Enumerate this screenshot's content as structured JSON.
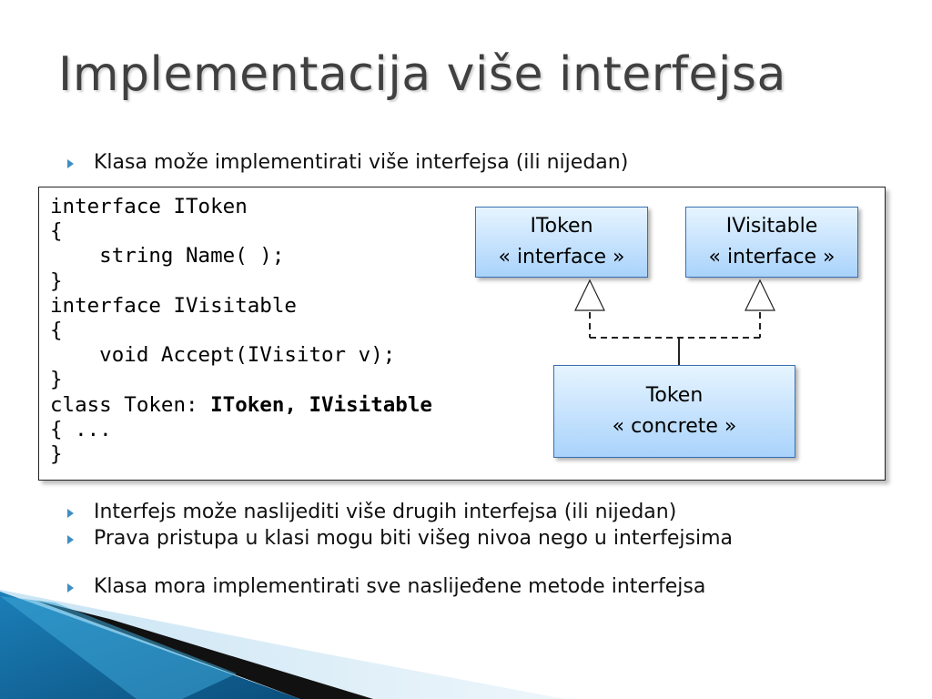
{
  "slide": {
    "title": "Implementacija više interfejsa",
    "bullet_top": "Klasa može implementirati više interfejsa (ili nijedan)",
    "bullets_bottom": [
      "Interfejs može naslijediti više drugih interfejsa (ili nijedan)",
      "Prava pristupa u klasi mogu biti višeg nivoa nego u interfejsima",
      "Klasa mora implementirati sve naslijeđene metode interfejsa"
    ]
  },
  "code": {
    "line1": "interface IToken",
    "line2": "{",
    "line3": "    string Name( );",
    "line4": "}",
    "line5": "interface IVisitable",
    "line6": "{",
    "line7": "    void Accept(IVisitor v);",
    "line8": "}",
    "line9_prefix": "class Token: ",
    "line9_bold": "IToken, IVisitable",
    "line10": "{ ...",
    "line11": "}"
  },
  "diagram": {
    "itoken": {
      "name": "IToken",
      "stereotype": "« interface »"
    },
    "ivisitable": {
      "name": "IVisitable",
      "stereotype": "« interface »"
    },
    "token": {
      "name": "Token",
      "stereotype": "« concrete »"
    }
  },
  "colors": {
    "accent": "#3d8fc4",
    "title": "#404040",
    "box_fill_top": "#e6f4ff",
    "box_fill_bottom": "#a9d3fb",
    "box_border": "#3a6fb0"
  }
}
